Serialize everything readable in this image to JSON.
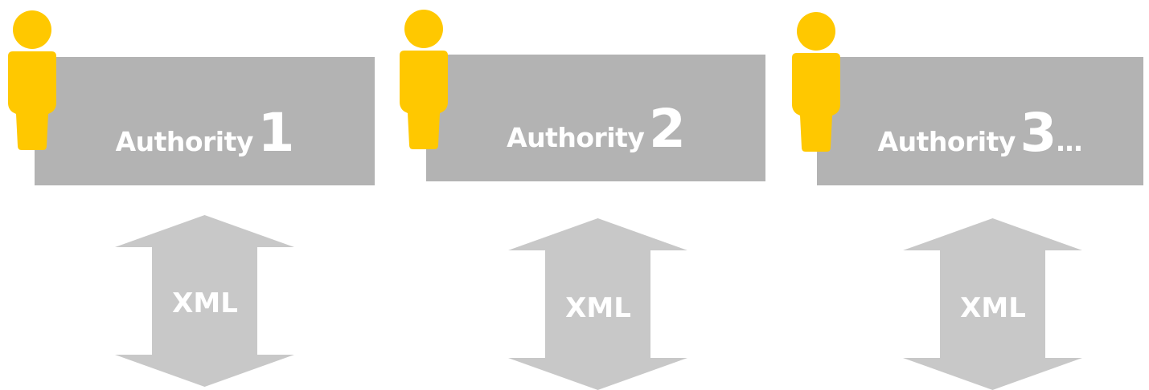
{
  "colors": {
    "box_fill": "#b3b3b3",
    "arrow_fill": "#c8c8c8",
    "person_fill": "#ffc800",
    "text": "#ffffff"
  },
  "authorities": [
    {
      "word": "Authority",
      "number": "1",
      "suffix": "",
      "icon": "person-icon"
    },
    {
      "word": "Authority",
      "number": "2",
      "suffix": "",
      "icon": "person-icon"
    },
    {
      "word": "Authority",
      "number": "3",
      "suffix": "…",
      "icon": "person-icon"
    }
  ],
  "exchanges": [
    {
      "label": "XML",
      "icon": "double-arrow-vertical-icon"
    },
    {
      "label": "XML",
      "icon": "double-arrow-vertical-icon"
    },
    {
      "label": "XML",
      "icon": "double-arrow-vertical-icon"
    }
  ]
}
